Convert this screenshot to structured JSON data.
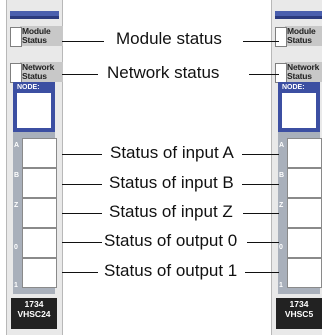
{
  "modules": [
    {
      "led_labels": {
        "module": [
          "Module",
          "Status"
        ],
        "network": [
          "Network",
          "Status"
        ]
      },
      "node_label": "NODE:",
      "io_letters": [
        "A",
        "B",
        "Z",
        "0",
        "1"
      ],
      "catalog": [
        "1734",
        "VHSC24"
      ]
    },
    {
      "led_labels": {
        "module": [
          "Module",
          "Status"
        ],
        "network": [
          "Network",
          "Status"
        ]
      },
      "node_label": "NODE:",
      "io_letters": [
        "A",
        "B",
        "Z",
        "0",
        "1"
      ],
      "catalog": [
        "1734",
        "VHSC5"
      ]
    }
  ],
  "callouts": [
    "Module status",
    "Network status",
    "Status of input A",
    "Status of input B",
    "Status of input Z",
    "Status of output 0",
    "Status of output 1"
  ],
  "colors": {
    "accent_blue": "#3c4fa2",
    "panel_gray": "#a9b0bb",
    "label_black": "#222222"
  }
}
